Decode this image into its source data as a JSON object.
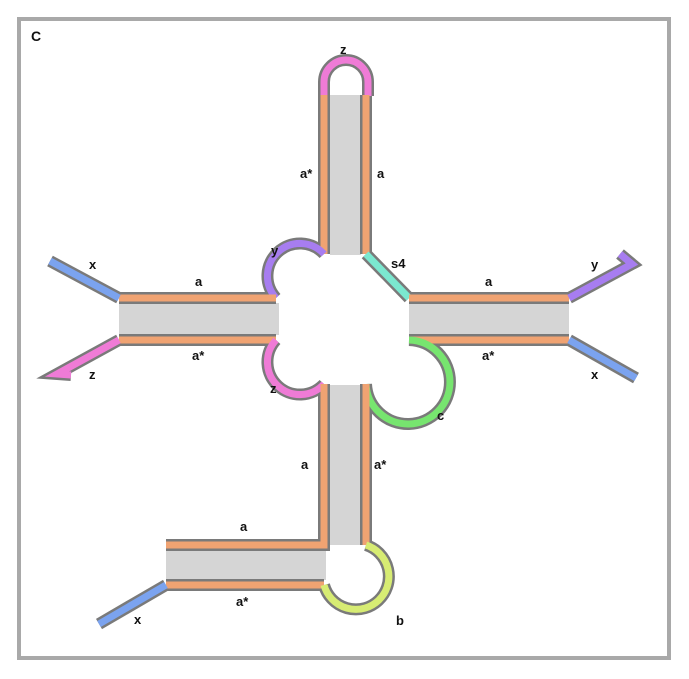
{
  "panel": {
    "label": "C",
    "border_color": "#a9a9a9"
  },
  "colors": {
    "outline": "#7a7a7a",
    "a_domain": "#f0a372",
    "duplex_fill": "#d5d5d5",
    "x": "#7ba3ef",
    "y": "#a77df0",
    "z": "#ef7bd6",
    "s4": "#7be8d0",
    "c": "#77e56f",
    "b": "#d7ec73"
  },
  "labels": {
    "top_z": "z",
    "top_a_star": "a*",
    "top_a": "a",
    "top_y": "y",
    "top_s4": "s4",
    "left_x": "x",
    "left_a": "a",
    "left_a_star": "a*",
    "left_z": "z",
    "right_a": "a",
    "right_y": "y",
    "right_a_star": "a*",
    "right_x": "x",
    "bottom_z": "z",
    "bottom_a": "a",
    "bottom_a_star": "a*",
    "bottom_c": "c",
    "lower_a": "a",
    "lower_a_star": "a*",
    "lower_x": "x",
    "lower_b": "b"
  }
}
